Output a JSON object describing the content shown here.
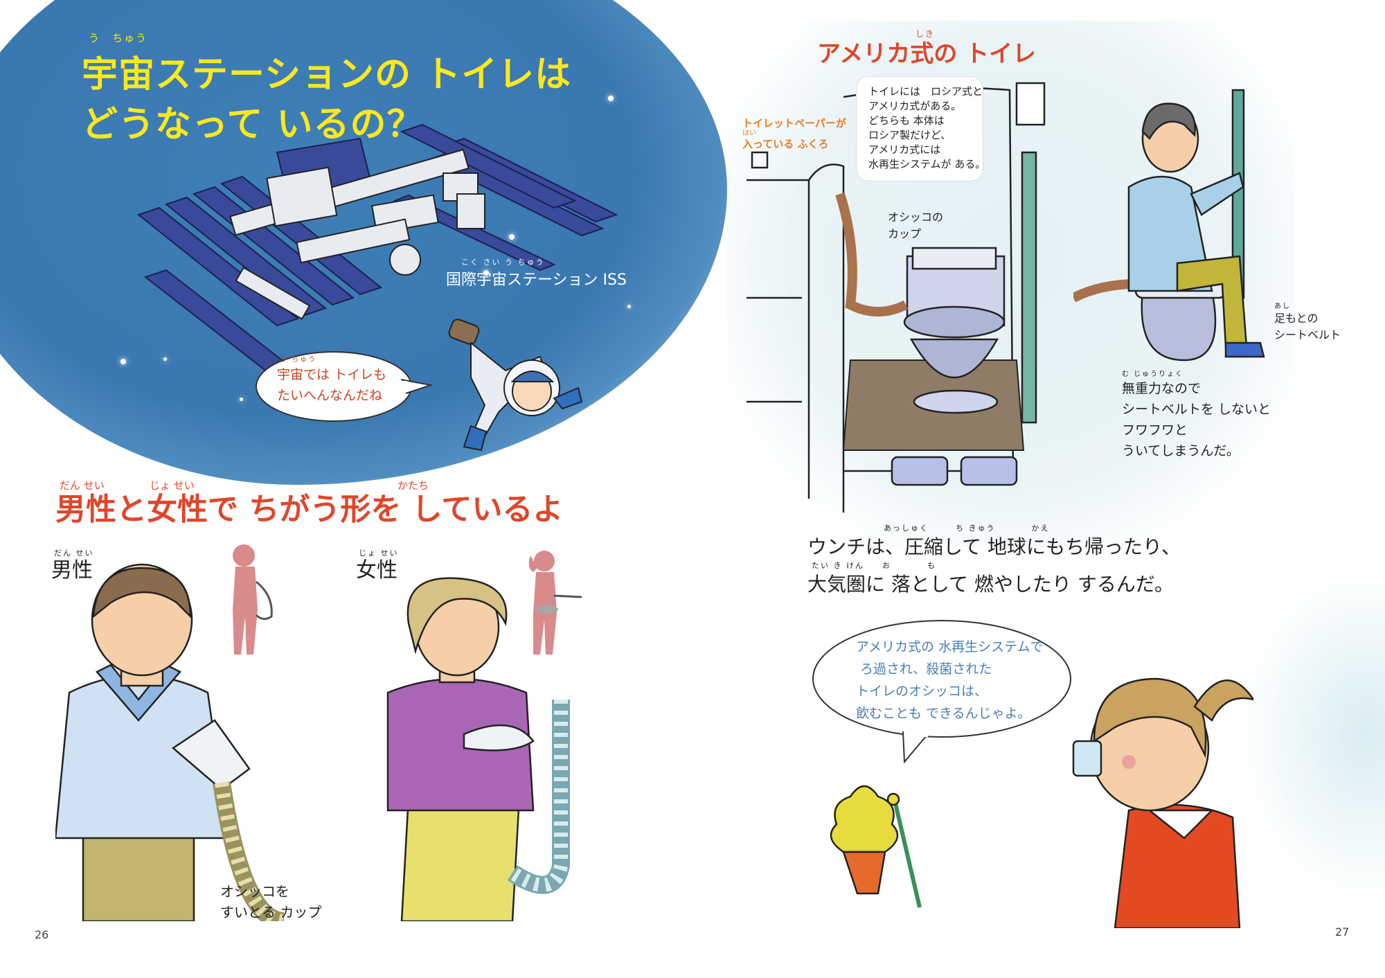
{
  "left_page": {
    "title_line1": "宇宙ステーションの トイレは",
    "title_line2": "どうなって いるの？",
    "title_ruby_u": "う",
    "title_ruby_chuu": "ちゅう",
    "iss_ruby": "こく さい う ちゅう",
    "iss_label": "国際宇宙ステーション ISS",
    "bubble_ruby": "う ちゅう",
    "bubble_line1": "宇宙では トイレも",
    "bubble_line2": "たいへんなんだね",
    "section_title": "男性と女性で ちがう形を しているよ",
    "section_ruby_dansei": "だん せい",
    "section_ruby_josei": "じょ せい",
    "section_ruby_katachi": "かたち",
    "male_ruby": "だん せい",
    "male_label": "男性",
    "female_ruby": "じょ せい",
    "female_label": "女性",
    "cup_line1": "オシッコを",
    "cup_line2": "すいとる カップ",
    "page_number": "26"
  },
  "right_page": {
    "heading_ruby": "しき",
    "heading": "アメリカ式の トイレ",
    "paper_bag_line1": "トイレットペーパーが",
    "paper_bag_ruby": "はい",
    "paper_bag_line2": "入っている ふくろ",
    "info_lines": [
      "トイレには　ロシア式と",
      "アメリカ式がある。",
      "どちらも 本体は",
      "ロシア製だけど、",
      "アメリカ式には",
      "水再生システムが ある。"
    ],
    "cup_label_line1": "オシッコの",
    "cup_label_line2": "カップ",
    "seatbelt_ruby": "あし",
    "seatbelt_line1": "足もとの",
    "seatbelt_line2": "シートベルト",
    "zerog_ruby": "む じゅうりょく",
    "zerog_lines": [
      "無重力なので",
      "シートベルトを しないと",
      "フワフワと",
      "ういてしまうんだ。"
    ],
    "poop_ruby1": "あっしゅく　　　ち きゅう　　　　かえ",
    "poop_line1": "ウンチは、圧縮して 地球にもち帰ったり、",
    "poop_ruby2": "たい き けん　　お　　　　も",
    "poop_line2": "大気圏に 落として 燃やしたり するんだ。",
    "water_lines": [
      "アメリカ式の 水再生システムで",
      "ろ過され、殺菌された",
      "トイレのオシッコは、",
      "飲むことも できるんじゃよ。"
    ],
    "page_number": "27"
  },
  "colors": {
    "space_blue": "#3a78b0",
    "title_yellow": "#ffe81a",
    "heading_red": "#e0462a",
    "tag_orange": "#ea7b1d",
    "water_text_blue": "#4a7fb5",
    "bubble_red_text": "#c8431f"
  }
}
